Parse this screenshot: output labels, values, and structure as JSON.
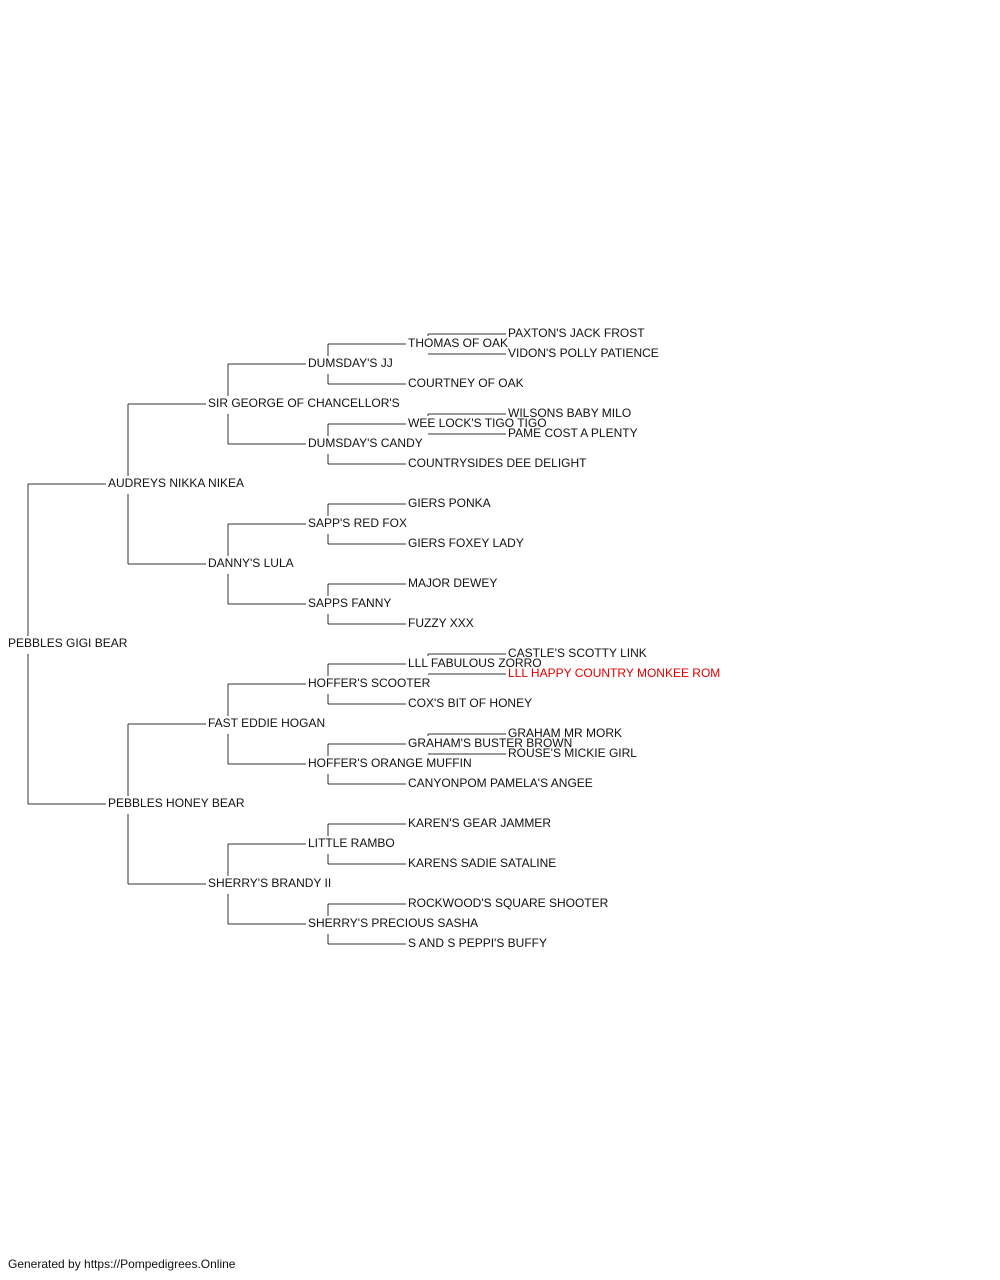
{
  "pedigree": {
    "name": "PEBBLES GIGI BEAR",
    "sire": {
      "name": "AUDREYS NIKKA NIKEA",
      "sire": {
        "name": "SIR GEORGE OF CHANCELLOR'S",
        "sire": {
          "name": "DUMSDAY'S JJ",
          "sire": {
            "name": "THOMAS OF OAK",
            "sire": {
              "name": "PAXTON'S JACK FROST"
            },
            "dam": {
              "name": "VIDON'S POLLY PATIENCE"
            }
          },
          "dam": {
            "name": "COURTNEY OF OAK"
          }
        },
        "dam": {
          "name": "DUMSDAY'S CANDY",
          "sire": {
            "name": "WEE LOCK'S TIGO TIGO",
            "sire": {
              "name": "WILSONS BABY MILO"
            },
            "dam": {
              "name": "PAME COST A PLENTY"
            }
          },
          "dam": {
            "name": "COUNTRYSIDES DEE DELIGHT"
          }
        }
      },
      "dam": {
        "name": "DANNY'S LULA",
        "sire": {
          "name": "SAPP'S RED FOX",
          "sire": {
            "name": "GIERS PONKA"
          },
          "dam": {
            "name": "GIERS FOXEY LADY"
          }
        },
        "dam": {
          "name": "SAPPS FANNY",
          "sire": {
            "name": "MAJOR DEWEY"
          },
          "dam": {
            "name": "FUZZY XXX"
          }
        }
      }
    },
    "dam": {
      "name": "PEBBLES HONEY BEAR",
      "sire": {
        "name": "FAST EDDIE HOGAN",
        "sire": {
          "name": "HOFFER'S SCOOTER",
          "sire": {
            "name": "LLL FABULOUS ZORRO",
            "sire": {
              "name": "CASTLE'S SCOTTY LINK"
            },
            "dam": {
              "name": "LLL HAPPY COUNTRY MONKEE ROM",
              "highlight": true
            }
          },
          "dam": {
            "name": "COX'S BIT OF HONEY"
          }
        },
        "dam": {
          "name": "HOFFER'S ORANGE MUFFIN",
          "sire": {
            "name": "GRAHAM'S BUSTER BROWN",
            "sire": {
              "name": "GRAHAM MR MORK"
            },
            "dam": {
              "name": "ROUSE'S MICKIE GIRL"
            }
          },
          "dam": {
            "name": "CANYONPOM PAMELA'S ANGEE"
          }
        }
      },
      "dam": {
        "name": "SHERRY'S BRANDY II",
        "sire": {
          "name": "LITTLE RAMBO",
          "sire": {
            "name": "KAREN'S GEAR JAMMER"
          },
          "dam": {
            "name": "KARENS SADIE SATALINE"
          }
        },
        "dam": {
          "name": "SHERRY'S PRECIOUS SASHA",
          "sire": {
            "name": "ROCKWOOD'S SQUARE SHOOTER"
          },
          "dam": {
            "name": "S AND S PEPPI'S BUFFY"
          }
        }
      }
    }
  },
  "colors": {
    "line": "#333333",
    "text": "#111111",
    "highlight": "#e00000"
  },
  "footer": "Generated by https://Pompedigrees.Online"
}
